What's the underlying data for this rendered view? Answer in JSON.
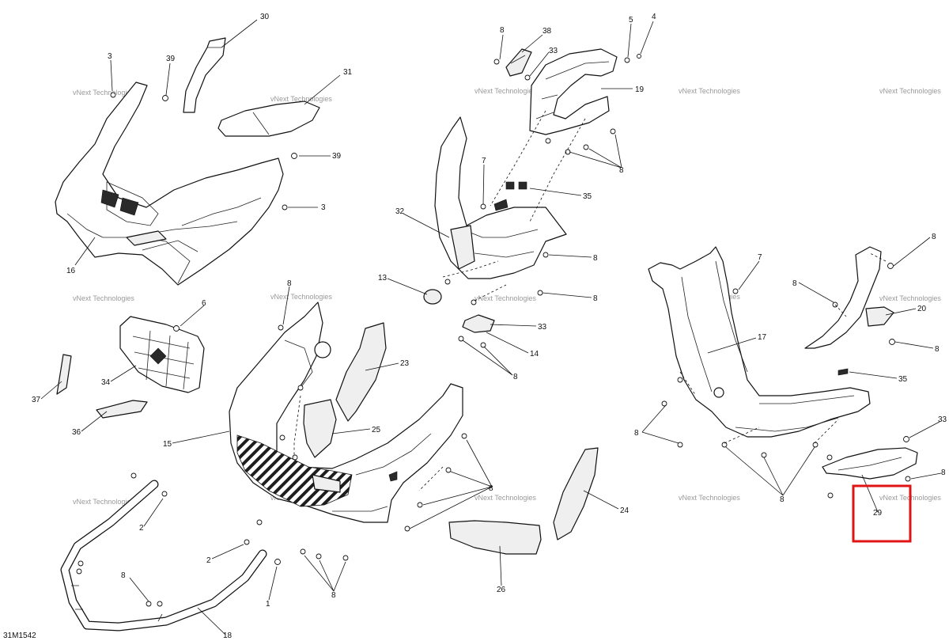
{
  "diagram": {
    "document_number": "31M1542",
    "watermark_text": "vNext Technologies",
    "highlight_color": "#e01414",
    "callouts": {
      "c30": "30",
      "c3a": "3",
      "c39a": "39",
      "c31": "31",
      "c39b": "39",
      "c3b": "3",
      "c16": "16",
      "c8a": "8",
      "c38": "38",
      "c33a": "33",
      "c5": "5",
      "c4": "4",
      "c19": "19",
      "c8b": "8",
      "c7a": "7",
      "c35a": "35",
      "c32": "32",
      "c8c": "8",
      "c13": "13",
      "c8d": "8",
      "c33b": "33",
      "c14": "14",
      "c8e": "8",
      "c6": "6",
      "c8f": "8",
      "c34": "34",
      "c37": "37",
      "c36": "36",
      "c23": "23",
      "c15": "15",
      "c25": "25",
      "c8g": "8",
      "c24": "24",
      "c26": "26",
      "c2a": "2",
      "c2b": "2",
      "c8h": "8",
      "c1": "1",
      "c8i": "8",
      "c18": "18",
      "c8j": "8",
      "c7b": "7",
      "c8k": "8",
      "c20": "20",
      "c17": "17",
      "c8l": "8",
      "c35b": "35",
      "c8m": "8",
      "c8n": "8",
      "c33c": "33",
      "c8o": "8",
      "c29": "29"
    }
  }
}
